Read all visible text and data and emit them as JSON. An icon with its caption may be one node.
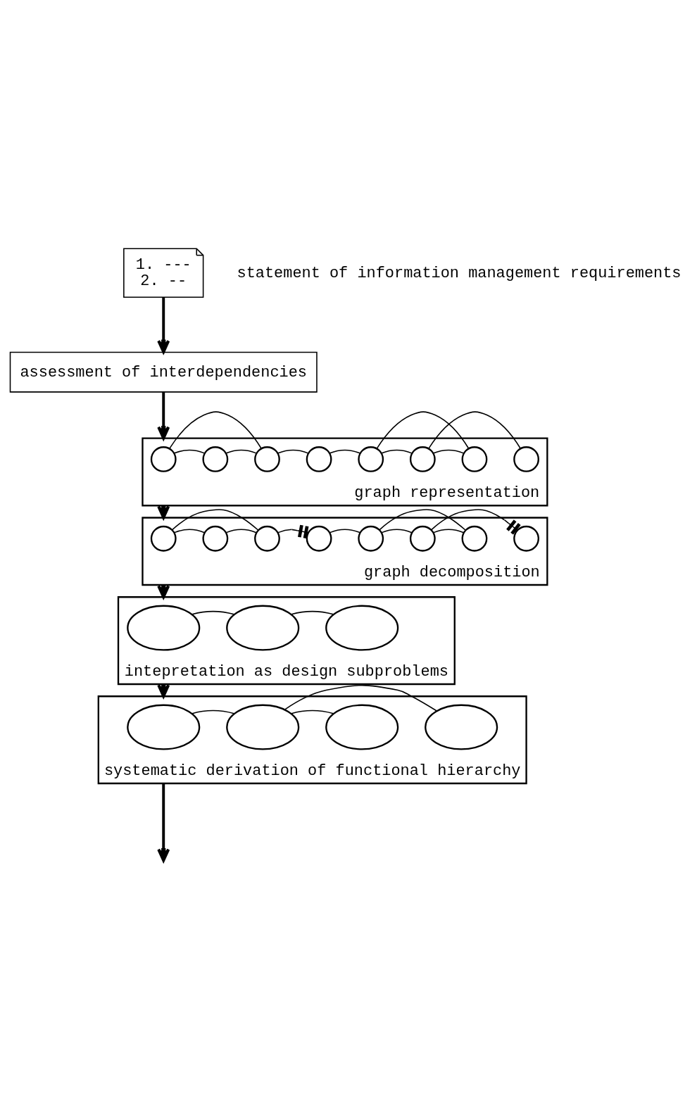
{
  "diagram": {
    "nodes": [
      {
        "text": [
          "1. ---",
          "2. --"
        ],
        "beside": [
          "statement of information management requirements"
        ]
      },
      {
        "text": [
          "assessment of interdependencies"
        ]
      },
      {
        "text": [
          "graph representation"
        ]
      },
      {
        "text": [],
        "shape": "circle",
        "in": 2
      },
      {
        "text": [],
        "shape": "circle",
        "in": 2
      },
      {
        "text": [],
        "shape": "circle",
        "in": 2
      },
      {
        "text": [],
        "shape": "circle",
        "in": 2
      },
      {
        "text": [],
        "shape": "circle",
        "in": 2
      },
      {
        "text": [],
        "shape": "circle",
        "in": 2
      },
      {
        "text": [],
        "shape": "circle",
        "in": 2
      },
      {
        "text": [],
        "shape": "circle",
        "in": 2
      },
      {
        "text": [
          "graph decomposition"
        ]
      },
      {
        "text": [],
        "shape": "circle",
        "in": 11
      },
      {
        "text": [],
        "shape": "circle",
        "in": 11
      },
      {
        "text": [],
        "shape": "circle",
        "in": 11
      },
      {
        "text": [],
        "shape": "circle",
        "in": 11
      },
      {
        "text": [],
        "shape": "circle",
        "in": 11
      },
      {
        "text": [],
        "shape": "circle",
        "in": 11
      },
      {
        "text": [],
        "shape": "circle",
        "in": 11
      },
      {
        "text": [],
        "shape": "circle",
        "in": 11
      },
      {
        "text": [
          "intepretation as design subproblems"
        ]
      },
      {
        "text": [],
        "shape": "ellipse",
        "in": 20
      },
      {
        "text": [],
        "shape": "ellipse",
        "in": 20
      },
      {
        "text": [],
        "shape": "ellipse",
        "in": 20
      },
      {
        "text": [
          "systematic derivation of functional hierarchy"
        ]
      },
      {
        "text": [],
        "shape": "ellipse",
        "in": 24
      },
      {
        "text": [],
        "shape": "ellipse",
        "in": 24
      },
      {
        "text": [],
        "shape": "ellipse",
        "in": 24
      },
      {
        "text": [],
        "shape": "ellipse",
        "in": 24
      }
    ],
    "edges": [
      {
        "from": 0,
        "to": 1,
        "arrow": "to"
      },
      {
        "from": 1,
        "to": 2,
        "arrow": "to"
      },
      {
        "from": 4,
        "to": 3,
        "arrow": "none"
      },
      {
        "from": 3,
        "to": 5,
        "arrow": "none"
      },
      {
        "from": 4,
        "to": 5,
        "arrow": "none"
      },
      {
        "from": 5,
        "to": 6,
        "arrow": "none"
      },
      {
        "from": 6,
        "to": 7,
        "arrow": "none"
      },
      {
        "from": 7,
        "to": 8,
        "arrow": "none"
      },
      {
        "from": 7,
        "to": 9,
        "arrow": "none"
      },
      {
        "from": 8,
        "to": 9,
        "arrow": "none"
      },
      {
        "from": 8,
        "to": 10,
        "arrow": "none"
      },
      {
        "from": 2,
        "to": 11,
        "arrow": "to"
      },
      {
        "from": 13,
        "to": 12,
        "arrow": "none"
      },
      {
        "from": 12,
        "to": 14,
        "arrow": "none"
      },
      {
        "from": 13,
        "to": 14,
        "arrow": "none"
      },
      {
        "from": 14,
        "to": 15,
        "arrow": "other"
      },
      {
        "from": 15,
        "to": 16,
        "arrow": "none"
      },
      {
        "from": 16,
        "to": 17,
        "arrow": "none"
      },
      {
        "from": 16,
        "to": 18,
        "arrow": "none"
      },
      {
        "from": 17,
        "to": 18,
        "arrow": "none"
      },
      {
        "from": 17,
        "to": 19,
        "arrow": "other"
      },
      {
        "from": 11,
        "to": 20,
        "arrow": "to"
      },
      {
        "from": 21,
        "to": 22,
        "arrow": "none"
      },
      {
        "from": 22,
        "to": 23,
        "arrow": "none"
      },
      {
        "from": 20,
        "to": 24,
        "arrow": "to"
      },
      {
        "from": 25,
        "to": 26,
        "arrow": "none"
      },
      {
        "from": 27,
        "to": 26,
        "arrow": "none"
      },
      {
        "from": 26,
        "to": 28,
        "arrow": "none"
      },
      {
        "from": 24,
        "to": null,
        "arrow": "to"
      }
    ]
  }
}
